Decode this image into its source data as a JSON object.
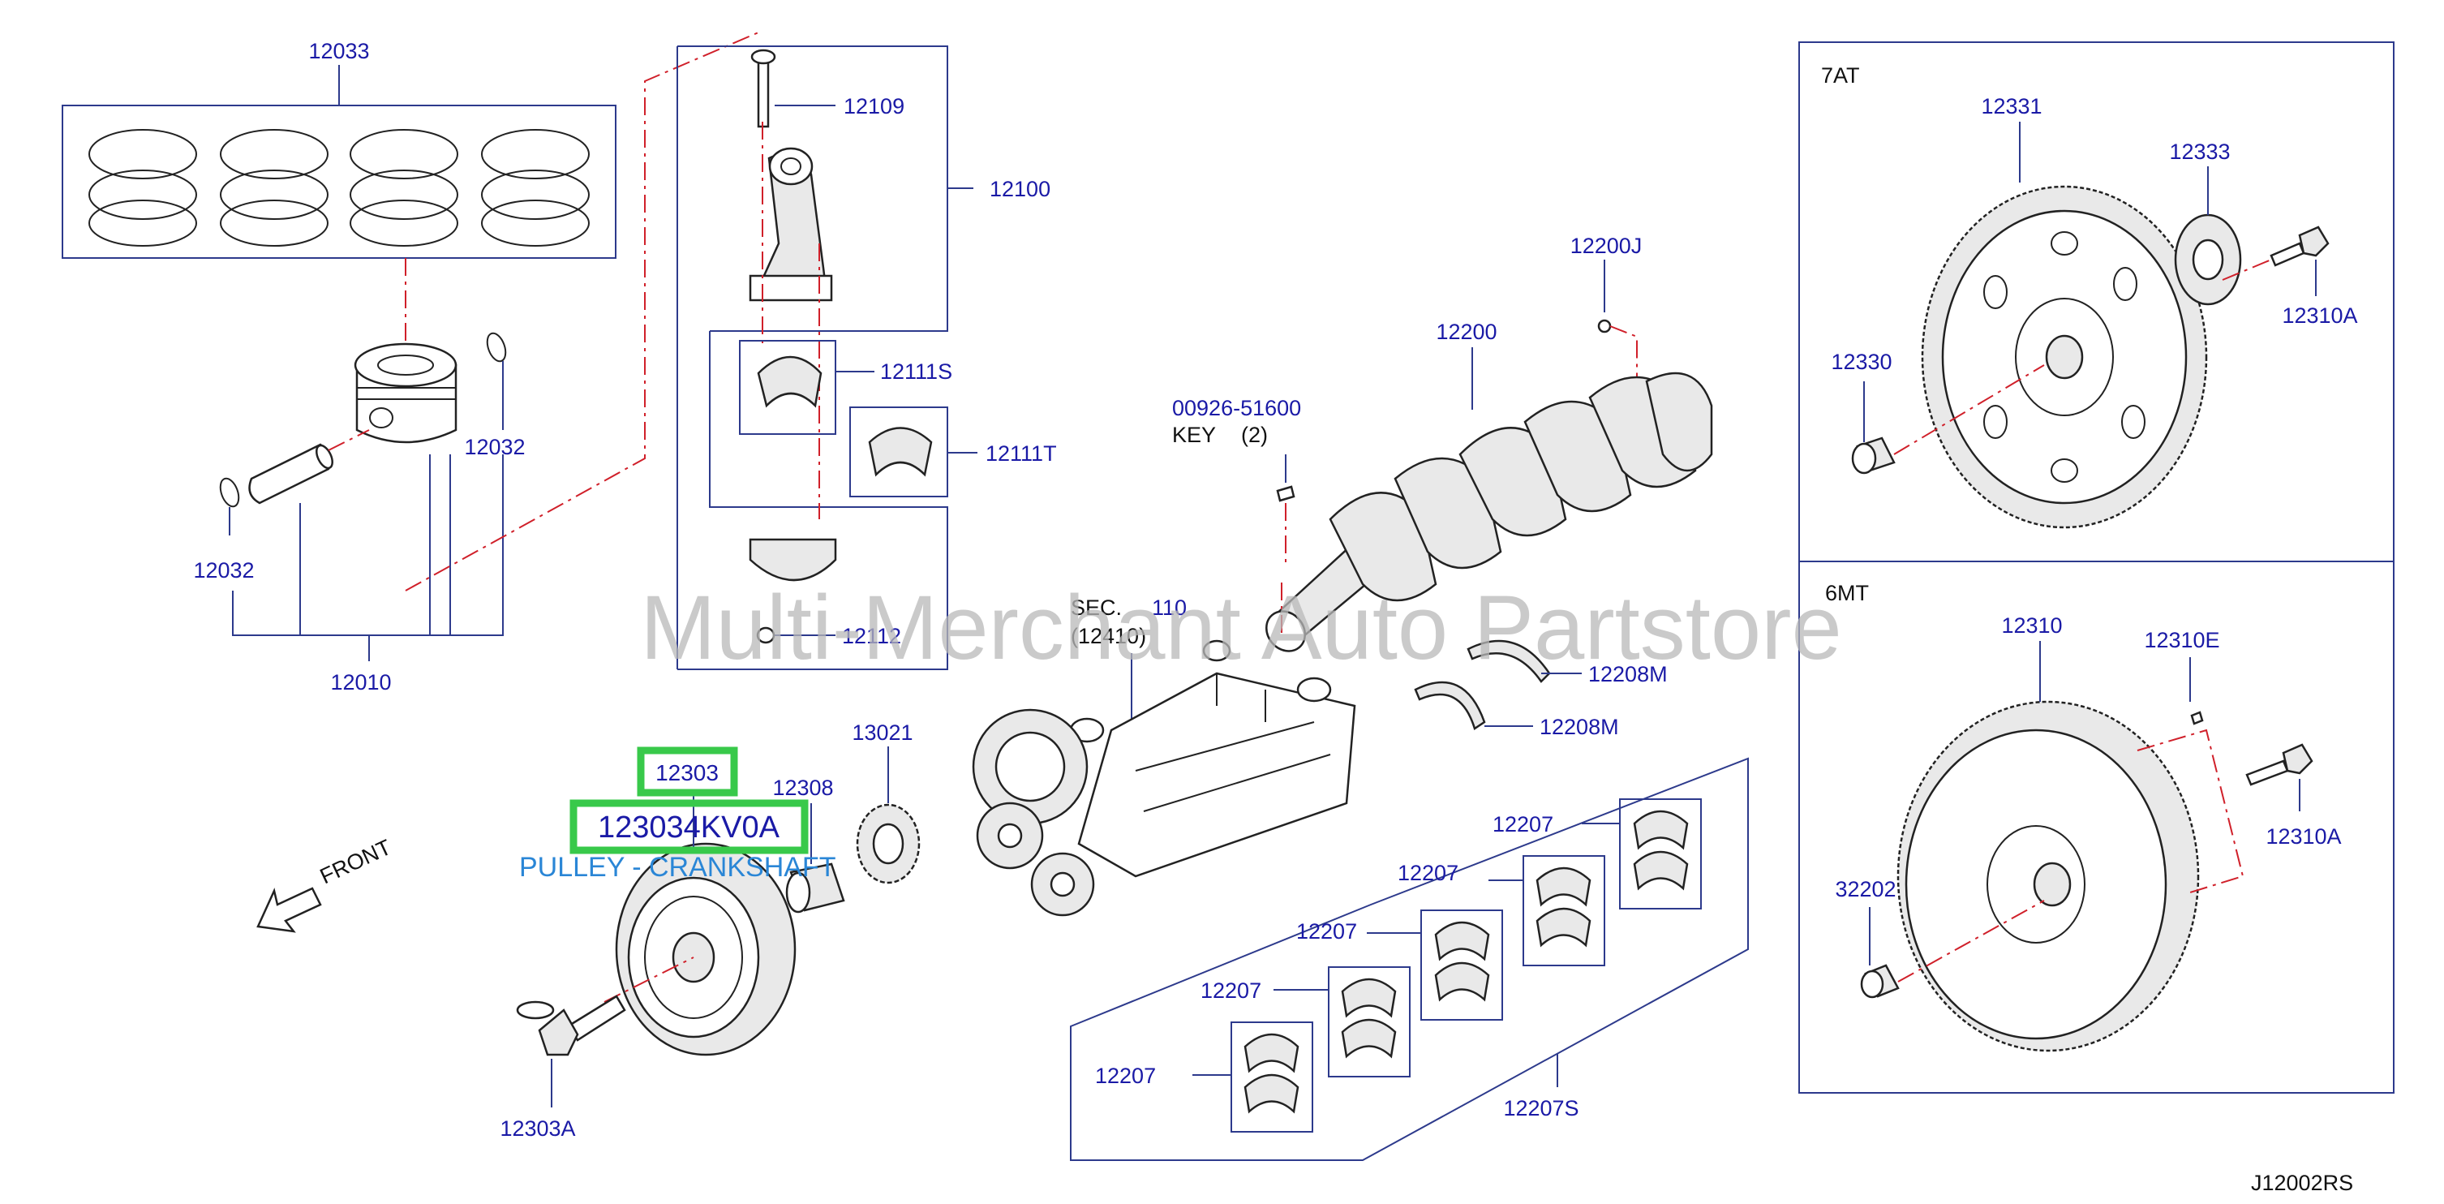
{
  "diagram_code": "J12002RS",
  "watermark": "Multi-Merchant Auto Partstore",
  "highlight": {
    "part_number": "12303",
    "oem_number": "123034KV0A",
    "description": "PULLEY - CRANKSHAFT"
  },
  "labels": {
    "rings": "12033",
    "pin_clip_right": "12032",
    "pin_clip_left": "12032",
    "piston_assy": "12010",
    "rod_bolt": "12109",
    "rod_assy": "12100",
    "bearing_s": "12111S",
    "bearing_t": "12111T",
    "rod_nut": "12112",
    "crankshaft": "12200",
    "pilot": "12200J",
    "key_number": "00926-51600",
    "key_text": "KEY",
    "key_qty": "(2)",
    "sec_text": "SEC.",
    "sec_number": "110",
    "sec_ref": "(12410)",
    "thrust_top": "12208M",
    "thrust_bottom": "12208M",
    "sprocket": "13021",
    "collar": "12308",
    "pulley_bolt": "12303A",
    "front_text": "FRONT",
    "main_bearing_1": "12207",
    "main_bearing_2": "12207",
    "main_bearing_3": "12207",
    "main_bearing_4": "12207",
    "main_bearing_5": "12207",
    "main_bearing_set": "12207S"
  },
  "at_panel": {
    "title": "7AT",
    "drive_plate": "12331",
    "reinforce": "12333",
    "bolt": "12310A",
    "bushing": "12330"
  },
  "mt_panel": {
    "title": "6MT",
    "flywheel": "12310",
    "dowel": "12310E",
    "bolt": "12310A",
    "bushing": "32202"
  }
}
